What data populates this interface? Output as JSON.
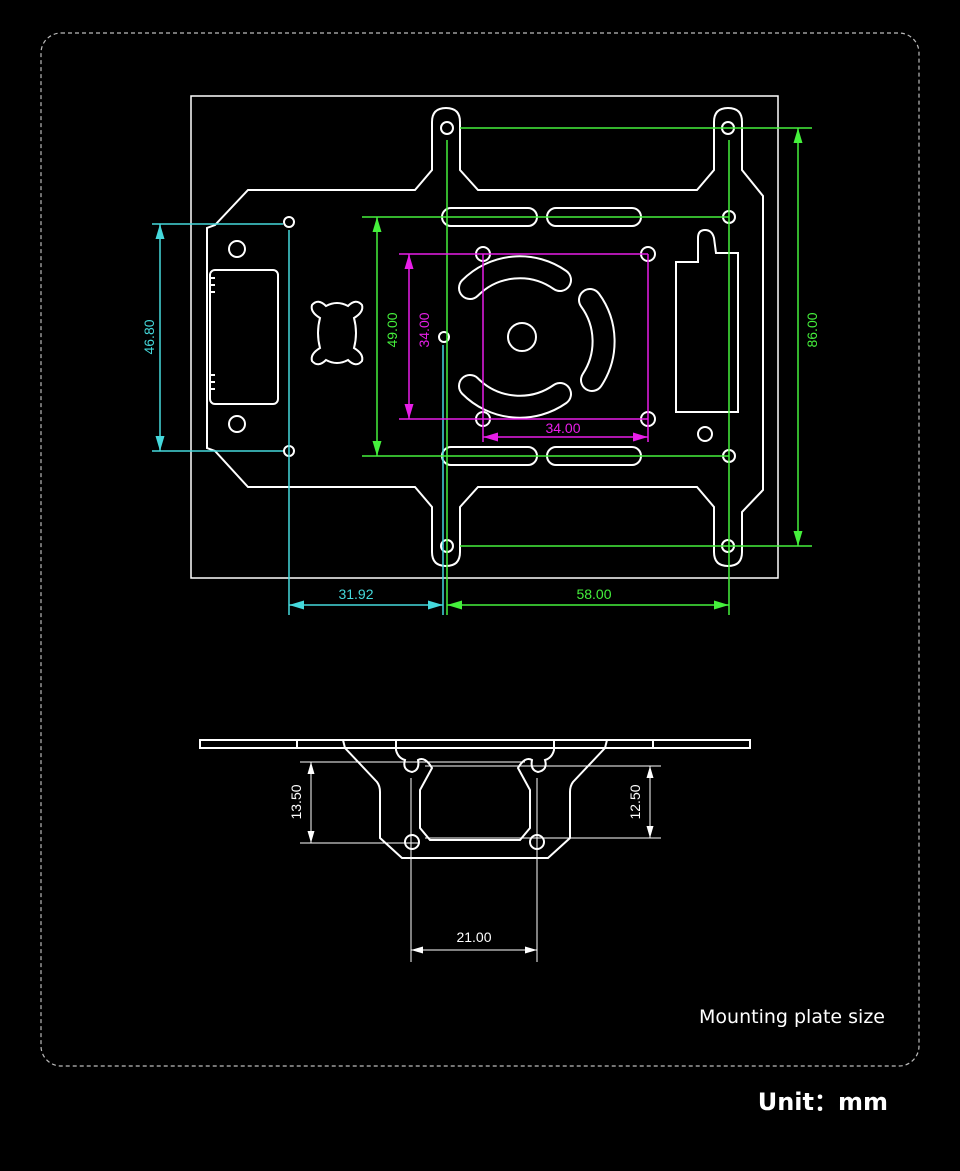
{
  "colors": {
    "background": "#000000",
    "outline": "#ffffff",
    "cyan": "#45d9dc",
    "green": "#45f03c",
    "magenta": "#e81ee8"
  },
  "top_view": {
    "dim_height_left": "46.80",
    "dim_offset_left": "31.92",
    "dim_hole_span_horizontal": "58.00",
    "dim_hole_span_vertical": "86.00",
    "dim_inner_vertical": "49.00",
    "dim_square_vertical": "34.00",
    "dim_square_horizontal": "34.00"
  },
  "side_view": {
    "dim_left_height": "13.50",
    "dim_right_height": "12.50",
    "dim_hole_spacing": "21.00"
  },
  "caption": "Mounting plate size",
  "unit_label": "Unit：mm"
}
